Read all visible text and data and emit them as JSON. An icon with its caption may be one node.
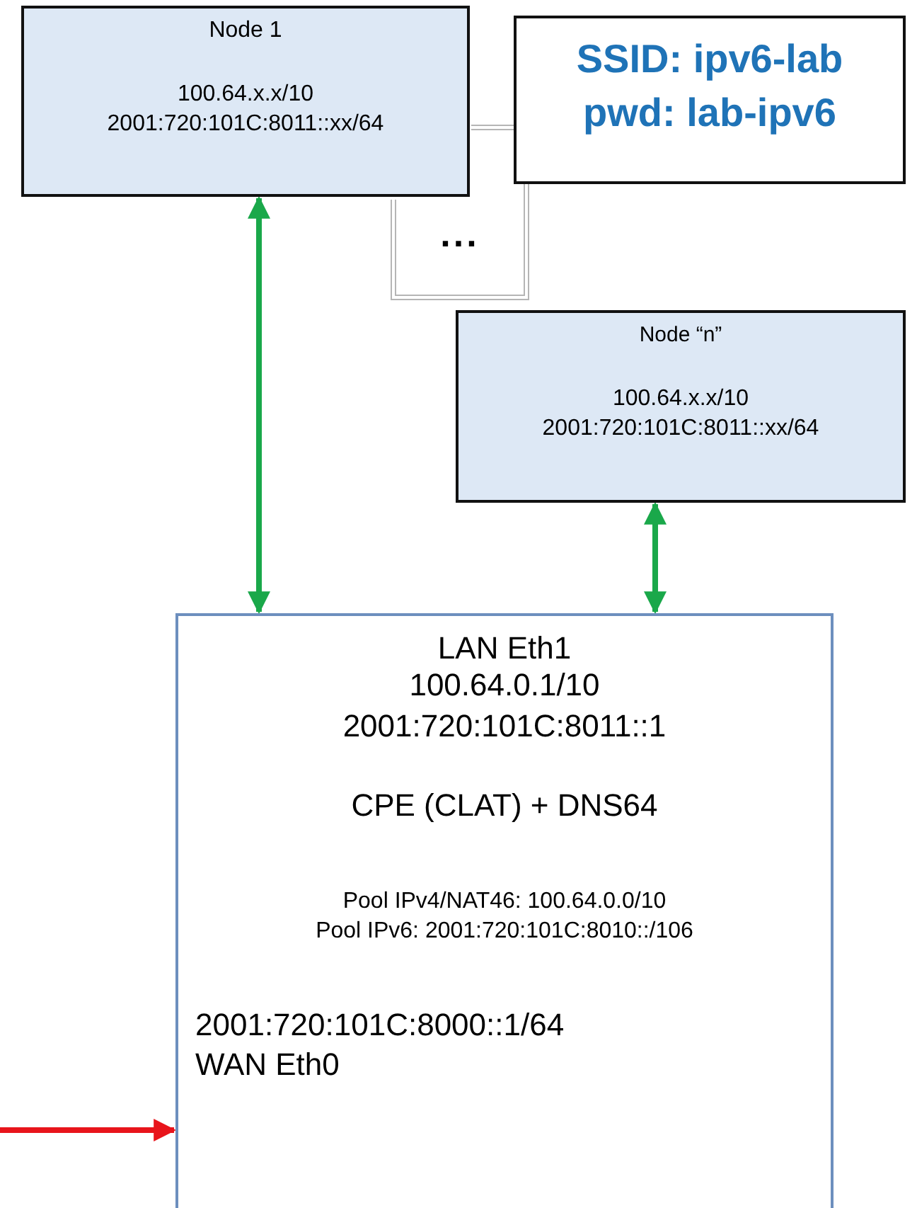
{
  "diagram": {
    "nodes": [
      {
        "text": [
          "Node 1",
          "100.64.x.x/10",
          "2001:720:101C:8011::xx/64"
        ]
      },
      {
        "text": [
          "SSID: ipv6-lab",
          "pwd: lab-ipv6"
        ]
      },
      {
        "text": [
          "..."
        ]
      },
      {
        "text": [
          "Node “n”",
          "100.64.x.x/10",
          "2001:720:101C:8011::xx/64"
        ]
      },
      {
        "text": [
          "LAN Eth1",
          "100.64.0.1/10",
          "2001:720:101C:8011::1",
          "CPE (CLAT) + DNS64",
          "Pool IPv4/NAT46: 100.64.0.0/10",
          "Pool IPv6: 2001:720:101C:8010::/106",
          "2001:720:101C:8000::1/64",
          "WAN Eth0"
        ]
      }
    ],
    "edges": [
      {
        "from": 0,
        "to": 4,
        "arrow": "both",
        "color": "#1aa84a"
      },
      {
        "from": 3,
        "to": 4,
        "arrow": "both",
        "color": "#1aa84a"
      },
      {
        "from": null,
        "to": 4,
        "arrow": "to",
        "color": "#e8141b"
      }
    ]
  }
}
